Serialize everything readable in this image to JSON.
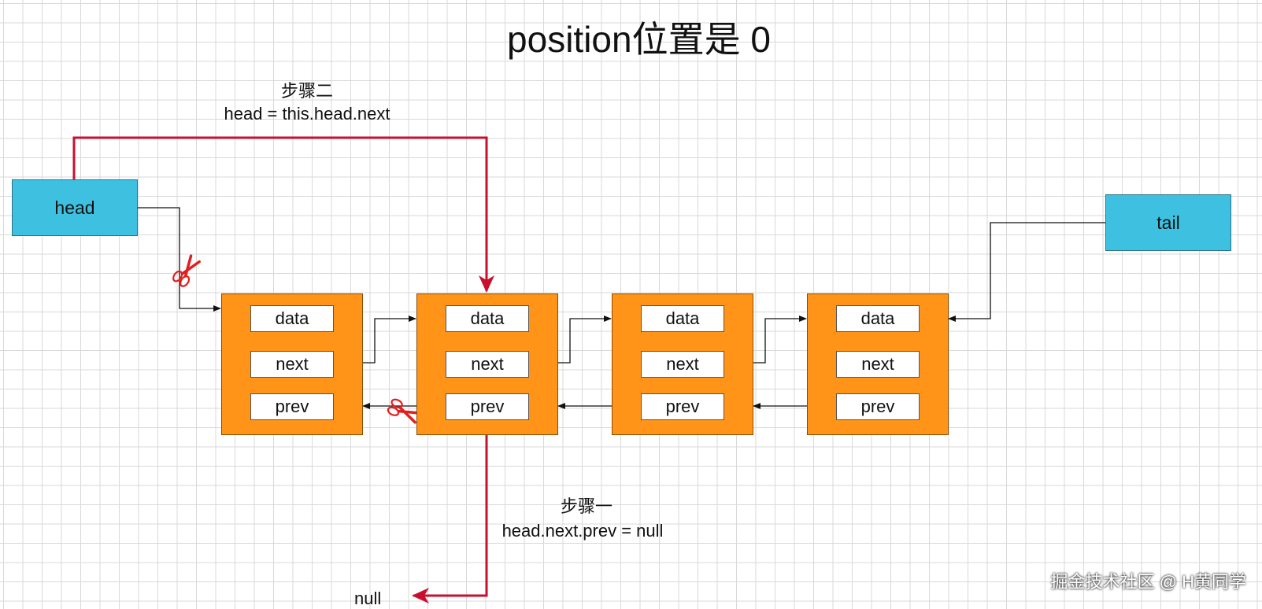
{
  "title": "position位置是 0",
  "step_two": {
    "label": "步骤二",
    "code": "head = this.head.next"
  },
  "step_one": {
    "label": "步骤一",
    "code": "head.next.prev = null"
  },
  "head_label": "head",
  "tail_label": "tail",
  "null_label": "null",
  "nodes": [
    {
      "data": "data",
      "next": "next",
      "prev": "prev"
    },
    {
      "data": "data",
      "next": "next",
      "prev": "prev"
    },
    {
      "data": "data",
      "next": "next",
      "prev": "prev"
    },
    {
      "data": "data",
      "next": "next",
      "prev": "prev"
    }
  ],
  "watermark": "掘金技术社区 @ H黄同学",
  "colors": {
    "pointer_box": "#3ec1e0",
    "node": "#ff9419",
    "highlight_arrow": "#c8102e",
    "scissors": "#e02020"
  },
  "icons": [
    "scissors-icon"
  ]
}
